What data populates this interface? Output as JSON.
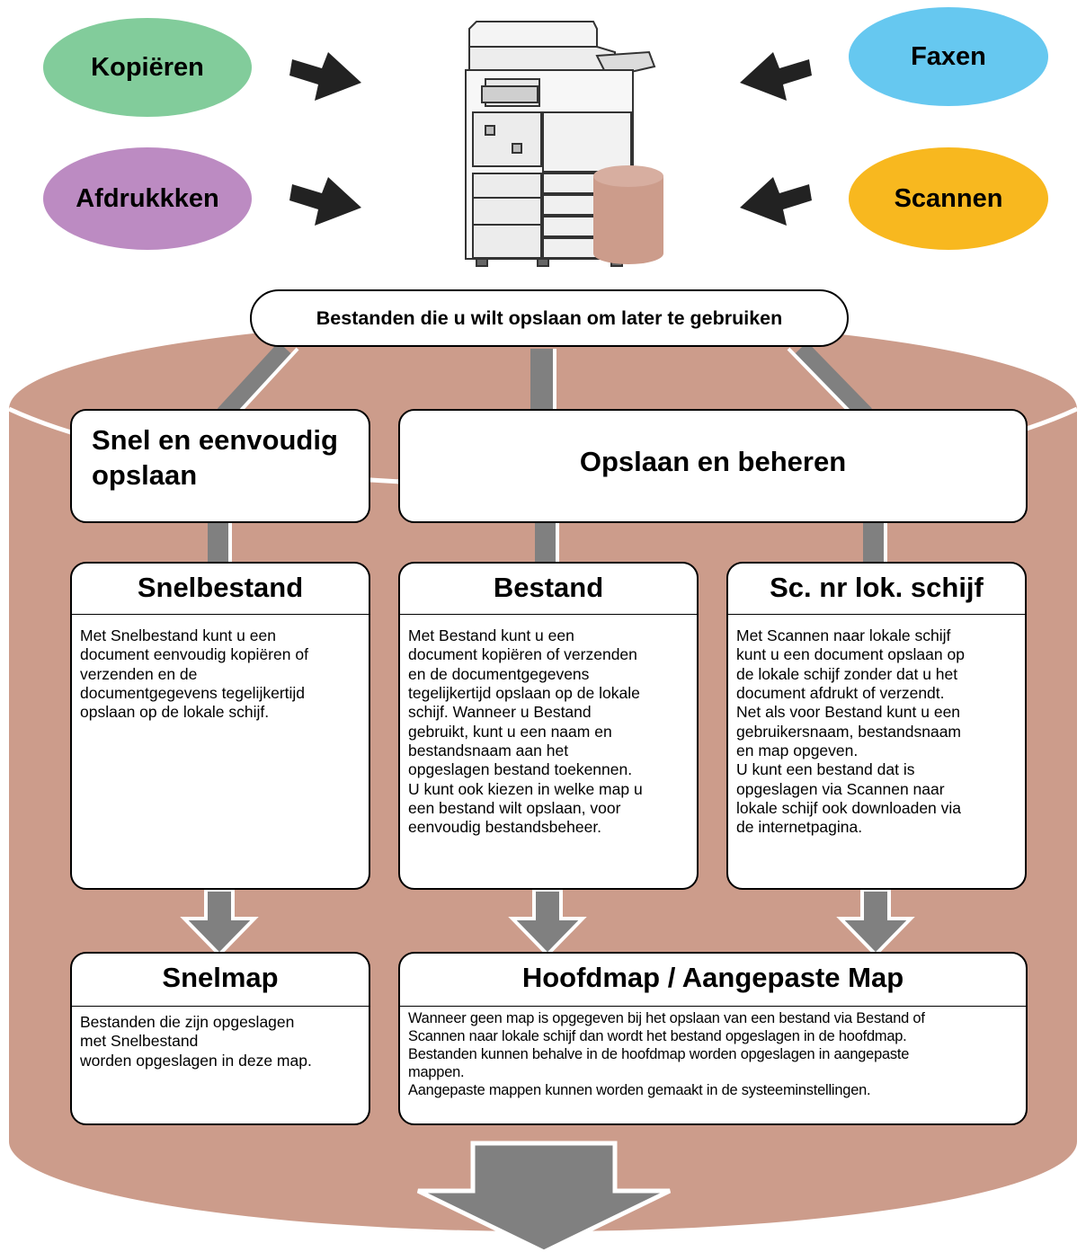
{
  "colors": {
    "copy": "#82cc9b",
    "fax": "#66c8f0",
    "print": "#bc8bc2",
    "scan": "#f8b81f",
    "storage": "#cc9c8b",
    "connector": "#808080"
  },
  "sources": {
    "copy": "Kopiëren",
    "fax": "Faxen",
    "print": "Afdrukkken",
    "scan": "Scannen"
  },
  "storage_label": "Bestanden die u wilt opslaan om later te gebruiken",
  "categories": {
    "quick": "Snel en eenvoudig\nopslaan",
    "manage": "Opslaan en beheren"
  },
  "modes": [
    {
      "title": "Snelbestand",
      "body": "Met Snelbestand kunt u een\ndocument eenvoudig kopiëren of\nverzenden en de\ndocumentgegevens tegelijkertijd\nopslaan op de lokale schijf."
    },
    {
      "title": "Bestand",
      "body": "Met Bestand kunt u een\ndocument kopiëren of verzenden\nen de documentgegevens\ntegelijkertijd opslaan op de lokale\nschijf. Wanneer u Bestand\ngebruikt, kunt u een naam en\nbestandsnaam aan het\nopgeslagen bestand toekennen.\nU kunt ook kiezen in welke map u\neen bestand wilt opslaan, voor\neenvoudig bestandsbeheer."
    },
    {
      "title": "Sc. nr lok. schijf",
      "body": "Met Scannen naar lokale schijf\nkunt u een document opslaan op\nde lokale schijf zonder dat u het\ndocument afdrukt of verzendt.\nNet als voor Bestand kunt u een\ngebruikersnaam, bestandsnaam\nen map opgeven.\nU kunt een bestand dat is\nopgeslagen via Scannen naar\nlokale schijf ook downloaden via\nde internetpagina."
    }
  ],
  "folders": [
    {
      "title": "Snelmap",
      "body": "Bestanden die zijn opgeslagen\nmet Snelbestand\nworden opgeslagen in deze map."
    },
    {
      "title": "Hoofdmap / Aangepaste Map",
      "body": "Wanneer geen map is opgegeven bij het opslaan van een bestand via Bestand of\nScannen naar lokale schijf dan wordt het bestand opgeslagen in de hoofdmap.\nBestanden kunnen behalve in de hoofdmap worden opgeslagen in aangepaste\nmappen.\nAangepaste mappen kunnen worden gemaakt in de systeeminstellingen."
    }
  ]
}
